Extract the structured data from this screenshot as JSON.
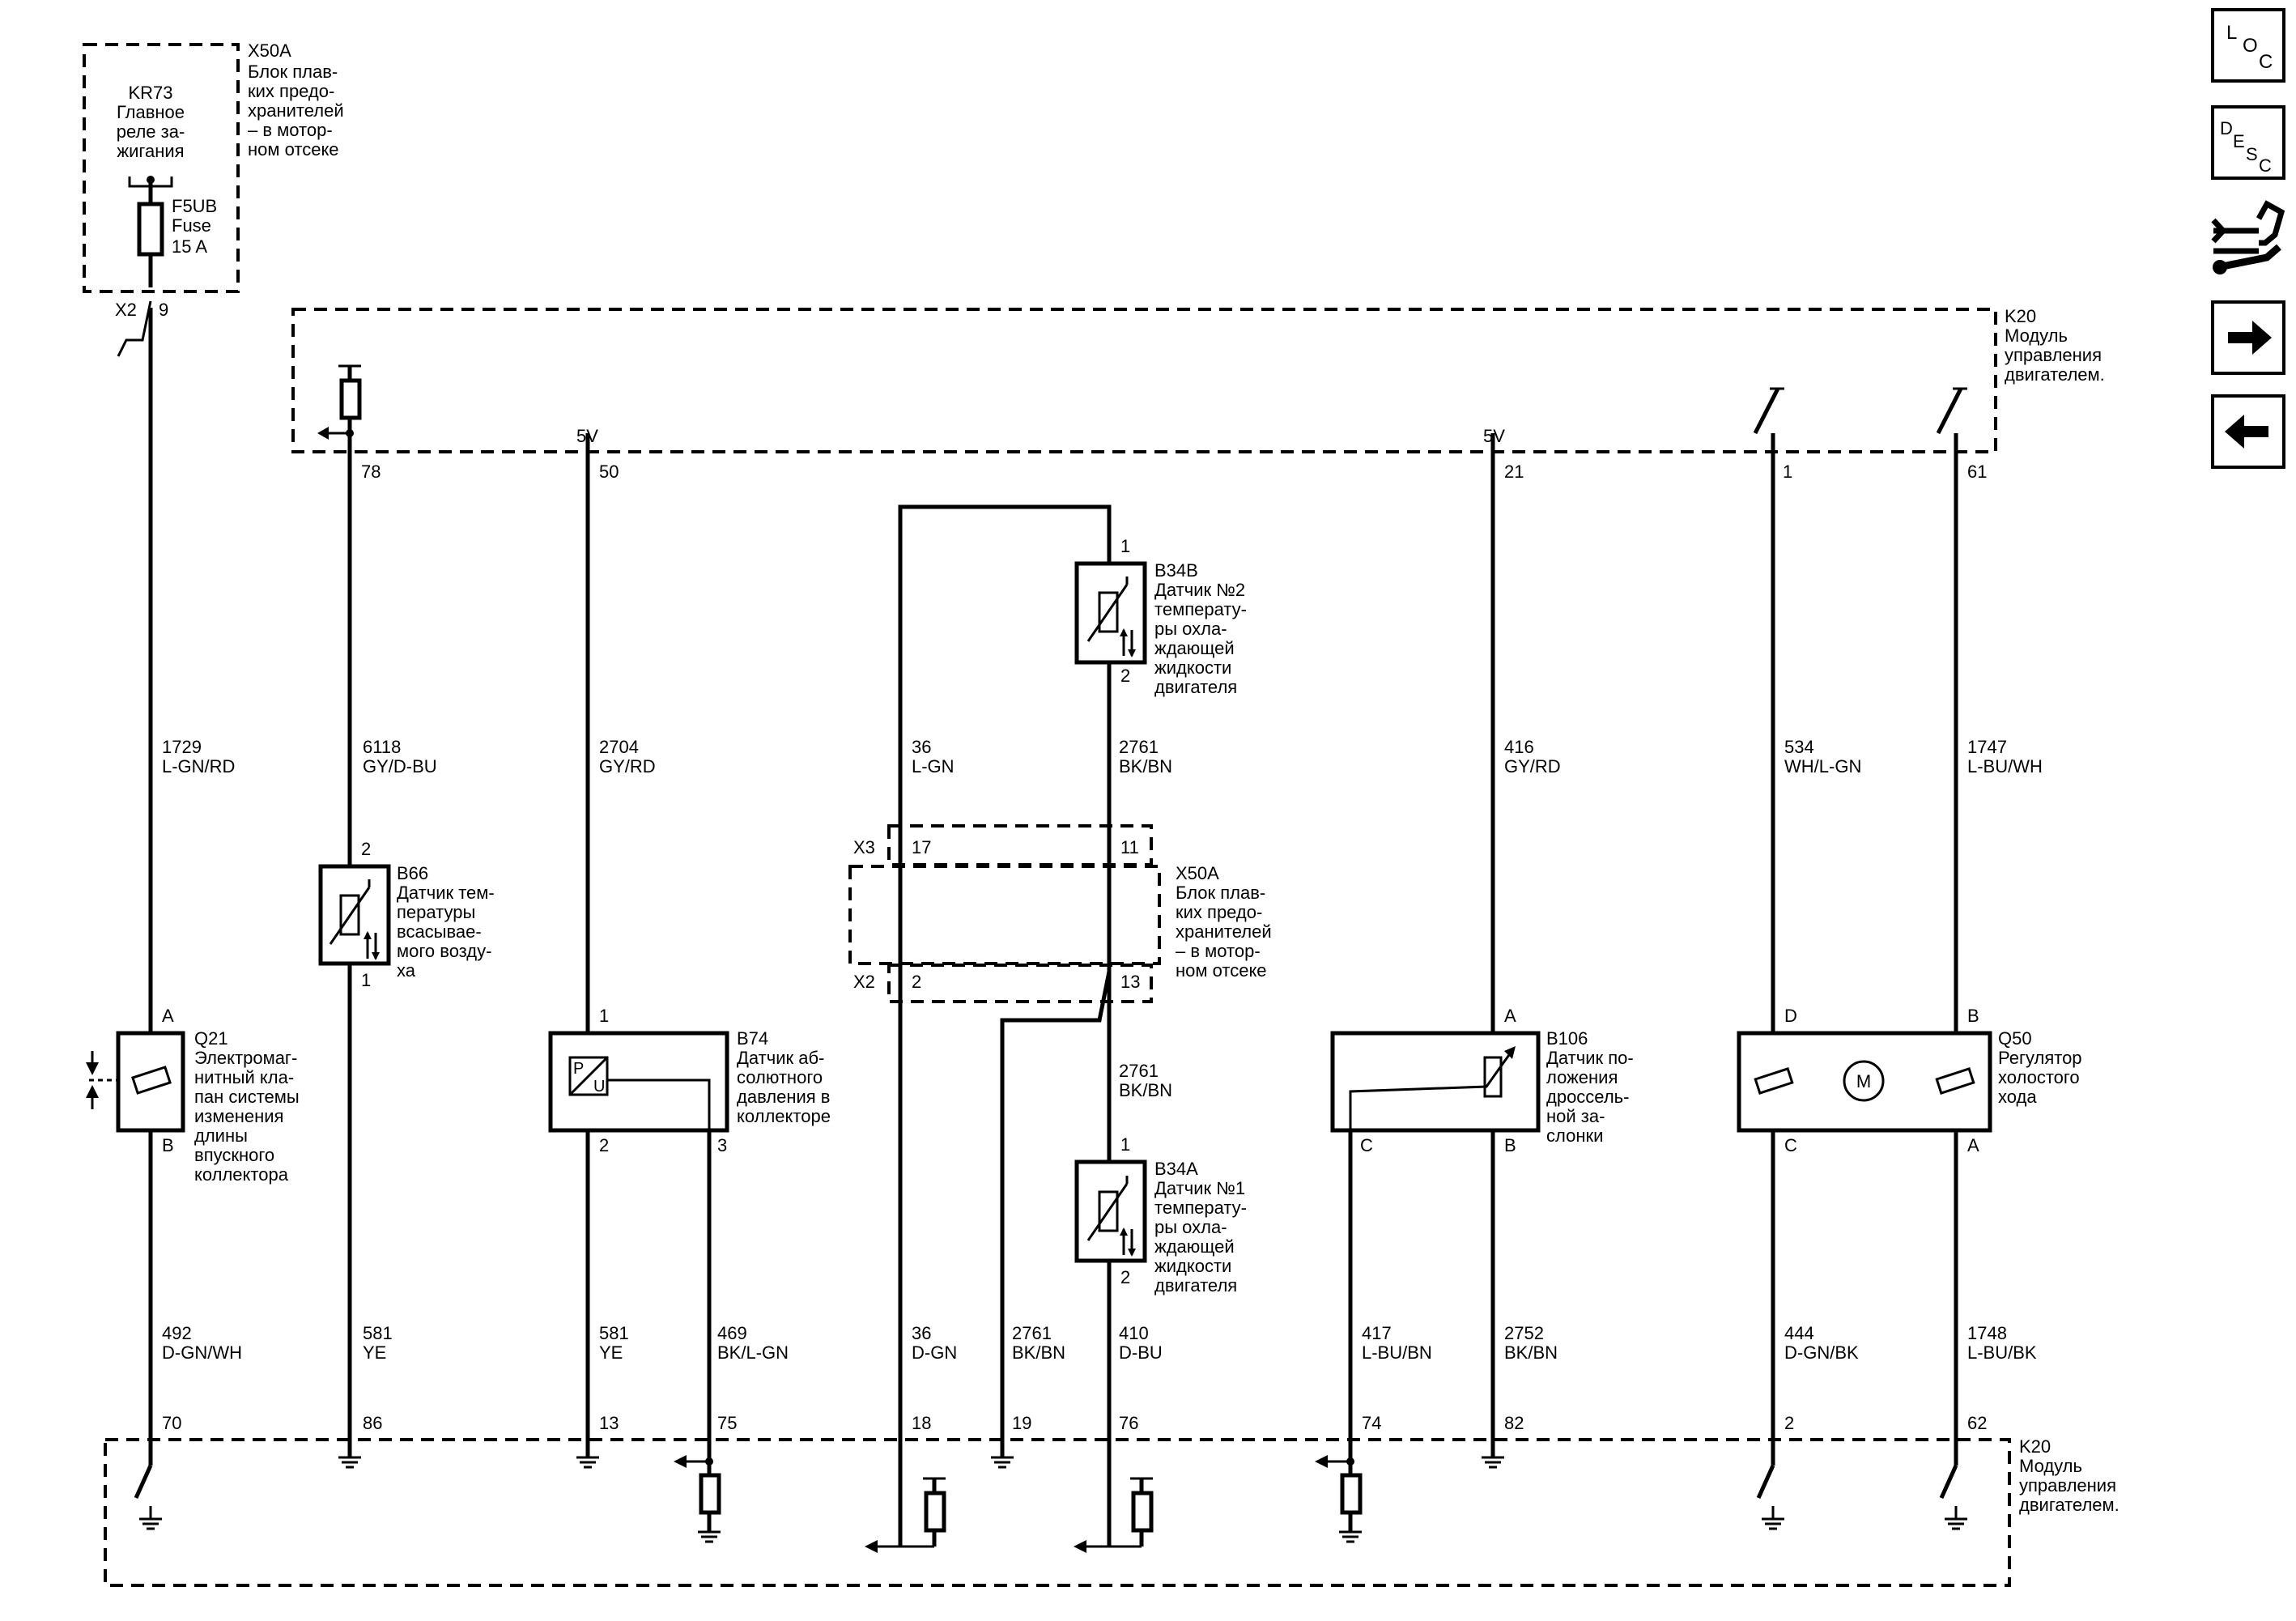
{
  "colors": {
    "line": "#000000",
    "background": "#ffffff"
  },
  "nav": {
    "loc": [
      "L",
      "O",
      "C"
    ],
    "desc": [
      "D",
      "E",
      "S",
      "C"
    ],
    "icons": [
      "diagnostic-connector-icon",
      "arrow-right-icon",
      "arrow-left-icon"
    ]
  },
  "x50a_top": {
    "id": "X50A",
    "desc": [
      "Блок плав-",
      "ких предо-",
      "хранителей",
      "– в мотор-",
      "ном отсеке"
    ],
    "relay": [
      "KR73",
      "Главное",
      "реле за-",
      "жигания"
    ],
    "fuse": [
      "F5UB",
      "Fuse",
      "15 A"
    ],
    "conn": "X2",
    "pin": "9"
  },
  "k20_top": {
    "id": "K20",
    "desc": [
      "Модуль",
      "управления",
      "двигателем."
    ]
  },
  "k20_bottom": {
    "id": "K20",
    "desc": [
      "Модуль",
      "управления",
      "двигателем."
    ]
  },
  "supply": {
    "v1": "5V",
    "v2": "5V"
  },
  "top_pins": {
    "p78": "78",
    "p50": "50",
    "p21": "21",
    "p1": "1",
    "p61": "61"
  },
  "bottom_pins": {
    "p70": "70",
    "p86": "86",
    "p13": "13",
    "p75": "75",
    "p18": "18",
    "p19": "19",
    "p76": "76",
    "p74": "74",
    "p82": "82",
    "p2": "2",
    "p62": "62"
  },
  "wires_upper": [
    {
      "num": "1729",
      "color": "L-GN/RD"
    },
    {
      "num": "6118",
      "color": "GY/D-BU"
    },
    {
      "num": "2704",
      "color": "GY/RD"
    },
    {
      "num": "36",
      "color": "L-GN"
    },
    {
      "num": "2761",
      "color": "BK/BN"
    },
    {
      "num": "416",
      "color": "GY/RD"
    },
    {
      "num": "534",
      "color": "WH/L-GN"
    },
    {
      "num": "1747",
      "color": "L-BU/WH"
    }
  ],
  "wire_mid": {
    "num": "2761",
    "color": "BK/BN"
  },
  "wires_lower": [
    {
      "num": "492",
      "color": "D-GN/WH"
    },
    {
      "num": "581",
      "color": "YE"
    },
    {
      "num": "581",
      "color": "YE"
    },
    {
      "num": "469",
      "color": "BK/L-GN"
    },
    {
      "num": "36",
      "color": "D-GN"
    },
    {
      "num": "2761",
      "color": "BK/BN"
    },
    {
      "num": "410",
      "color": "D-BU"
    },
    {
      "num": "417",
      "color": "L-BU/BN"
    },
    {
      "num": "2752",
      "color": "BK/BN"
    },
    {
      "num": "444",
      "color": "D-GN/BK"
    },
    {
      "num": "1748",
      "color": "L-BU/BK"
    }
  ],
  "x50a_mid": {
    "id": "X50A",
    "desc": [
      "Блок плав-",
      "ких предо-",
      "хранителей",
      "– в мотор-",
      "ном отсеке"
    ],
    "x3": "X3",
    "x2": "X2",
    "p17": "17",
    "p11": "11",
    "p2": "2",
    "p13": "13"
  },
  "b34b": {
    "id": "B34B",
    "desc": [
      "Датчик №2",
      "температу-",
      "ры охла-",
      "ждающей",
      "жидкости",
      "двигателя"
    ],
    "pin_top": "1",
    "pin_bottom": "2"
  },
  "b34a": {
    "id": "B34A",
    "desc": [
      "Датчик №1",
      "температу-",
      "ры охла-",
      "ждающей",
      "жидкости",
      "двигателя"
    ],
    "pin_top": "1",
    "pin_bottom": "2"
  },
  "b66": {
    "id": "B66",
    "desc": [
      "Датчик тем-",
      "пературы",
      "всасывае-",
      "мого возду-",
      "ха"
    ],
    "pin_top": "2",
    "pin_bottom": "1"
  },
  "q21": {
    "id": "Q21",
    "desc": [
      "Электромаг-",
      "нитный кла-",
      "пан системы",
      "изменения",
      "длины",
      "впускного",
      "коллектора"
    ],
    "pin_top": "A",
    "pin_bottom": "B"
  },
  "b74": {
    "id": "B74",
    "desc": [
      "Датчик аб-",
      "солютного",
      "давления в",
      "коллекторе"
    ],
    "pin_top": "1",
    "pin_2": "2",
    "pin_3": "3",
    "glyph_p": "P",
    "glyph_u": "U"
  },
  "b106": {
    "id": "B106",
    "desc": [
      "Датчик по-",
      "ложения",
      "дроссель-",
      "ной за-",
      "слонки"
    ],
    "pin_a": "A",
    "pin_b": "B",
    "pin_c": "C"
  },
  "q50": {
    "id": "Q50",
    "desc": [
      "Регулятор",
      "холостого",
      "хода"
    ],
    "pin_d": "D",
    "pin_b": "B",
    "pin_c": "C",
    "pin_a": "A",
    "motor": "M"
  }
}
